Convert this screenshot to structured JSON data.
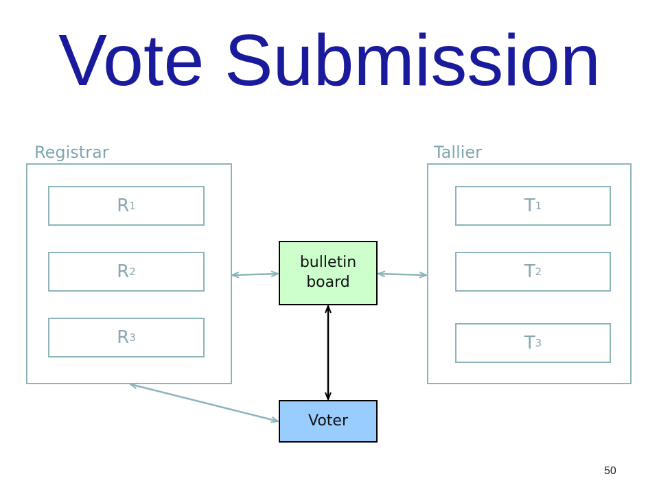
{
  "title": "Vote Submission",
  "registrar": {
    "label": "Registrar",
    "nodes": [
      {
        "base": "R",
        "sub": "1"
      },
      {
        "base": "R",
        "sub": "2"
      },
      {
        "base": "R",
        "sub": "3"
      }
    ]
  },
  "tallier": {
    "label": "Tallier",
    "nodes": [
      {
        "base": "T",
        "sub": "1"
      },
      {
        "base": "T",
        "sub": "2"
      },
      {
        "base": "T",
        "sub": "3"
      }
    ]
  },
  "bulletin_board": {
    "line1": "bulletin",
    "line2": "board"
  },
  "voter": {
    "label": "Voter"
  },
  "page_number": "50",
  "colors": {
    "title": "#1a1a9c",
    "box_border": "#8cb4bb",
    "label_text": "#7fa6b4",
    "bulletin_fill": "#ccffcc",
    "voter_fill": "#99ccff",
    "arrow_light": "#8cb4bb",
    "arrow_dark": "#000000"
  }
}
